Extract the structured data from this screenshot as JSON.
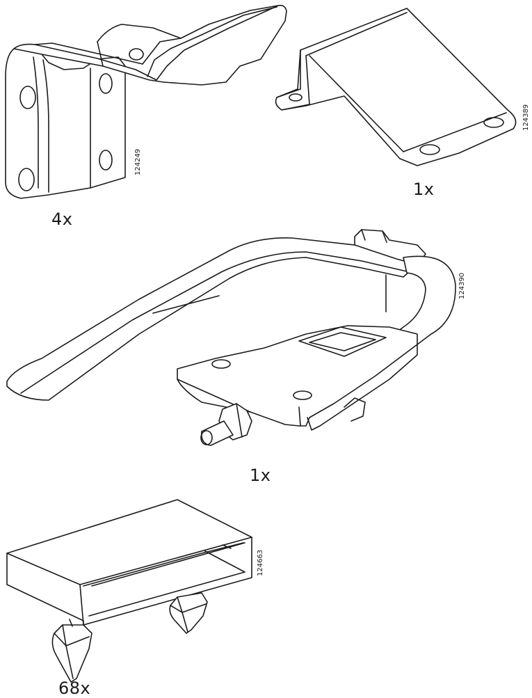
{
  "parts": [
    {
      "id": "bracket",
      "code": "124249",
      "quantity": "4x"
    },
    {
      "id": "angled-plate",
      "code": "124389",
      "quantity": "1x"
    },
    {
      "id": "spring-clip",
      "code": "124390",
      "quantity": "1x"
    },
    {
      "id": "sleeve-clip",
      "code": "124663",
      "quantity": "68x"
    }
  ]
}
